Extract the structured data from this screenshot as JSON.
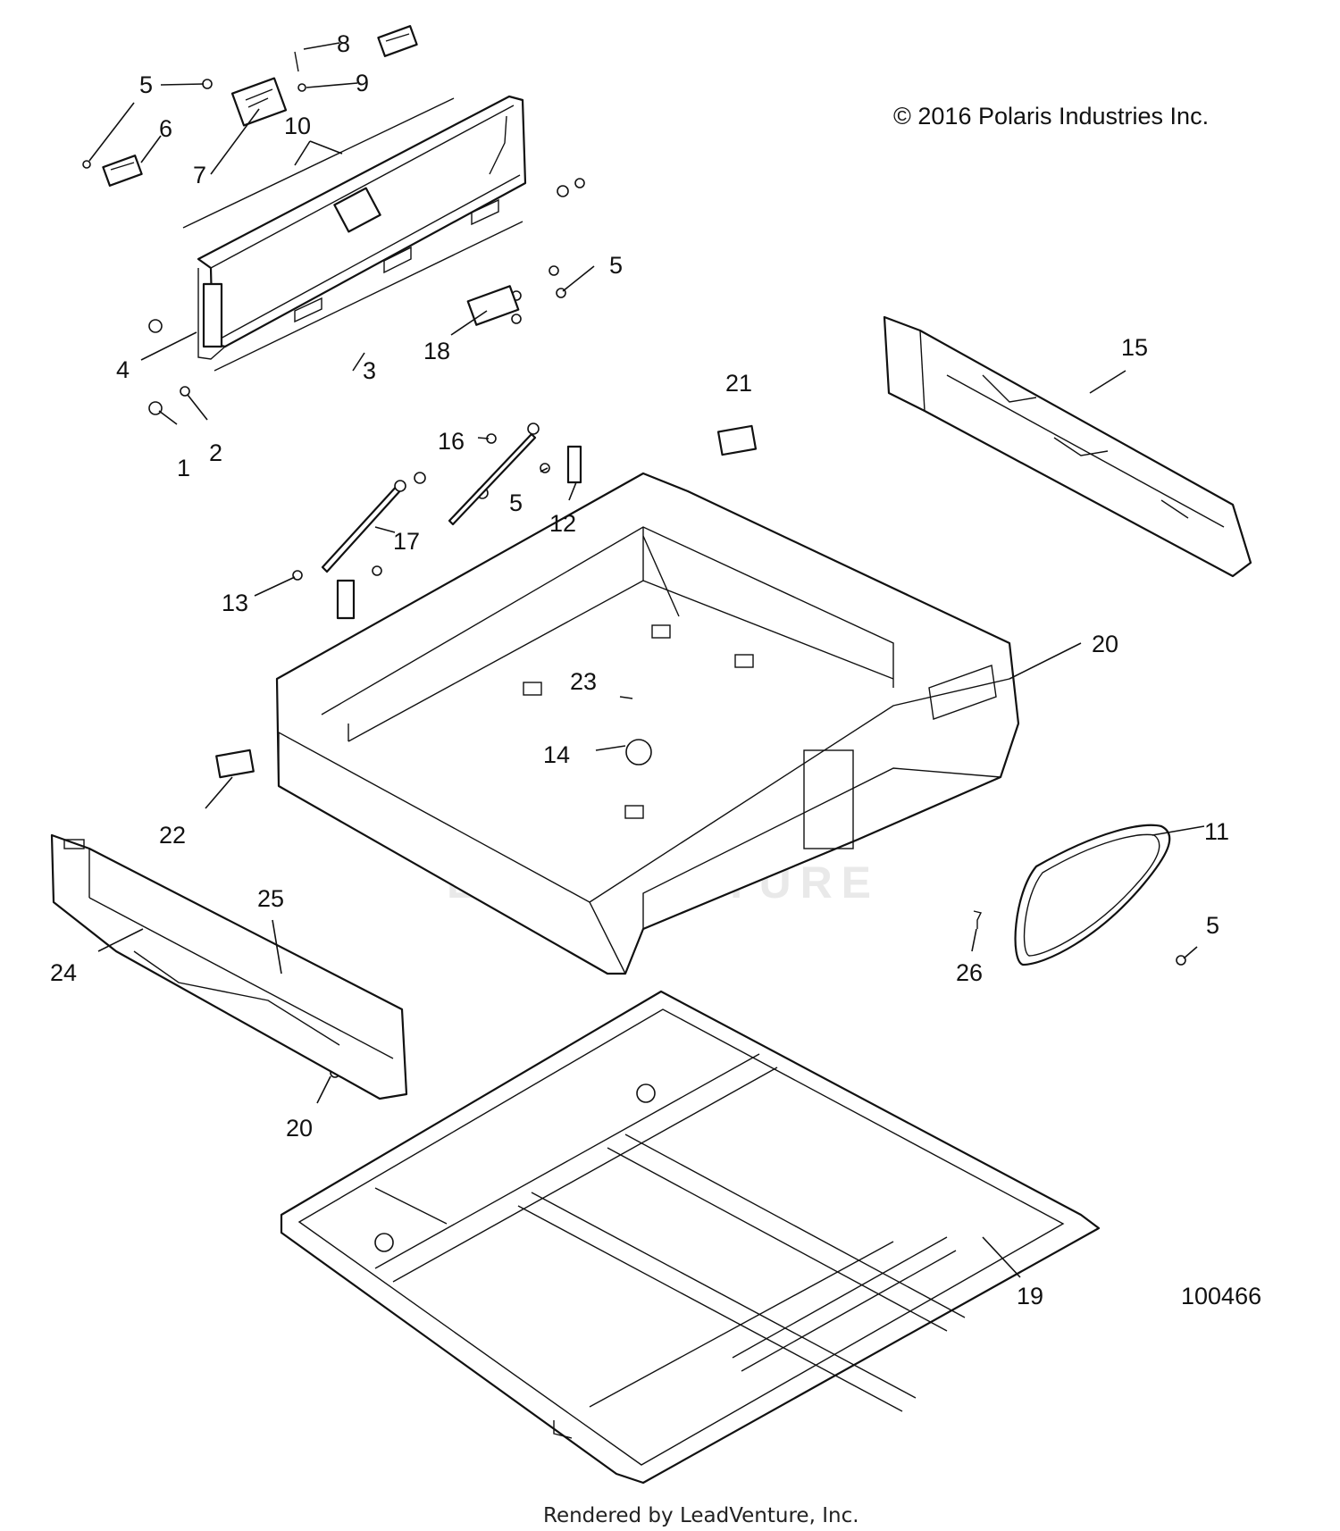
{
  "copyright": "© 2016 Polaris Industries Inc.",
  "diagram_number": "100466",
  "footer": "Rendered by LeadVenture, Inc.",
  "watermark": "LEADVENTURE",
  "callouts": [
    {
      "id": "c1",
      "text": "1"
    },
    {
      "id": "c2",
      "text": "2"
    },
    {
      "id": "c3",
      "text": "3"
    },
    {
      "id": "c4",
      "text": "4"
    },
    {
      "id": "c5a",
      "text": "5"
    },
    {
      "id": "c5b",
      "text": "5"
    },
    {
      "id": "c5c",
      "text": "5"
    },
    {
      "id": "c5d",
      "text": "5"
    },
    {
      "id": "c6",
      "text": "6"
    },
    {
      "id": "c7",
      "text": "7"
    },
    {
      "id": "c8",
      "text": "8"
    },
    {
      "id": "c9",
      "text": "9"
    },
    {
      "id": "c10",
      "text": "10"
    },
    {
      "id": "c11",
      "text": "11"
    },
    {
      "id": "c12",
      "text": "12"
    },
    {
      "id": "c13",
      "text": "13"
    },
    {
      "id": "c14",
      "text": "14"
    },
    {
      "id": "c15",
      "text": "15"
    },
    {
      "id": "c16",
      "text": "16"
    },
    {
      "id": "c17",
      "text": "17"
    },
    {
      "id": "c18",
      "text": "18"
    },
    {
      "id": "c19",
      "text": "19"
    },
    {
      "id": "c20a",
      "text": "20"
    },
    {
      "id": "c20b",
      "text": "20"
    },
    {
      "id": "c21",
      "text": "21"
    },
    {
      "id": "c22",
      "text": "22"
    },
    {
      "id": "c23",
      "text": "23"
    },
    {
      "id": "c24",
      "text": "24"
    },
    {
      "id": "c25",
      "text": "25"
    },
    {
      "id": "c26",
      "text": "26"
    }
  ]
}
